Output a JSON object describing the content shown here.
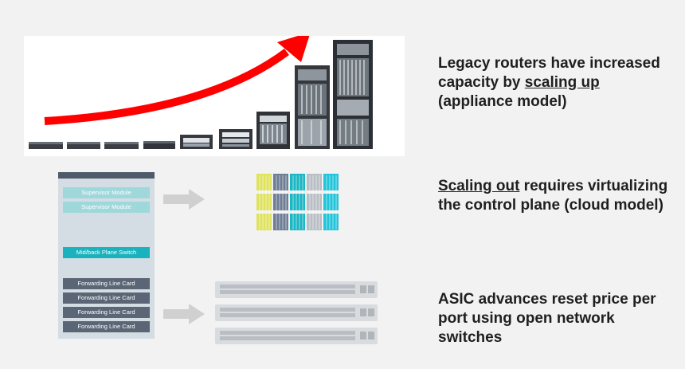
{
  "captions": {
    "scale_up": {
      "pre": "Legacy routers have increased capacity by ",
      "link": "scaling up",
      "post": " (appliance model)"
    },
    "scale_out": {
      "link": "Scaling out",
      "post": " requires virtualizing the control plane (cloud model)"
    },
    "asic": {
      "text": "ASIC advances reset price per port using open network switches"
    }
  },
  "chassis": {
    "supervisor_1": "Supervisor Module",
    "supervisor_2": "Supervisor Module",
    "backplane": "Mid/back Plane Switch",
    "line_cards": [
      "Forwarding Line Card",
      "Forwarding Line Card",
      "Forwarding Line Card",
      "Forwarding Line Card"
    ]
  },
  "colors": {
    "growth_arrow": "#ff0000",
    "process_arrow": "#d0d0d0",
    "container_yellow": "#dfe35c",
    "container_slate": "#6f7e95",
    "container_teal": "#1cb7c4",
    "container_grey": "#b8bec4",
    "container_cyan": "#22c4da"
  },
  "icons": [
    "growth-arrow-icon",
    "router-appliance-icon",
    "container-stack-icon",
    "open-switch-icon",
    "process-arrow-icon"
  ]
}
